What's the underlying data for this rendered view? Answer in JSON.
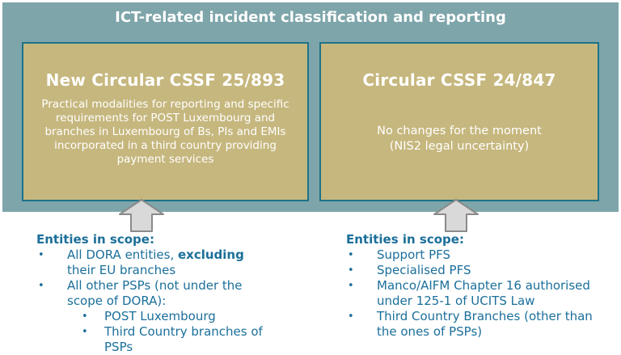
{
  "colors": {
    "band_teal": "#7ea5aa",
    "box_tan": "#c6b77e",
    "box_border_teal": "#1d7389",
    "scope_text_blue": "#1b6f9a",
    "arrow_fill_gray": "#d9d9d9",
    "arrow_border_gray": "#8a8a8a",
    "title_white": "#ffffff"
  },
  "bullet": "•",
  "header": {
    "title": "ICT-related incident classification and reporting"
  },
  "left_box": {
    "title": "New Circular CSSF 25/893",
    "body_lines": [
      "Practical modalities for reporting and specific",
      "requirements for POST Luxembourg and",
      "branches in Luxembourg of Bs, PIs and EMIs",
      "incorporated in a third country providing",
      "payment services"
    ]
  },
  "right_box": {
    "title": "Circular CSSF 24/847",
    "body_lines": [
      "No changes for the moment",
      "(NIS2 legal uncertainty)"
    ]
  },
  "left_scope": {
    "heading": "Entities in scope:",
    "item1_pre": "All DORA entities, ",
    "item1_bold": "excluding",
    "item1_rest": "their EU branches",
    "item2": "All other PSPs (not under the scope of DORA):",
    "sub_items": [
      "POST Luxembourg",
      "Third Country branches of PSPs"
    ]
  },
  "right_scope": {
    "heading": "Entities in scope:",
    "items": [
      "Support PFS",
      "Specialised PFS",
      "Manco/AIFM Chapter 16 authorised under 125-1 of UCITS Law",
      "Third Country Branches (other than the ones of PSPs)"
    ]
  }
}
